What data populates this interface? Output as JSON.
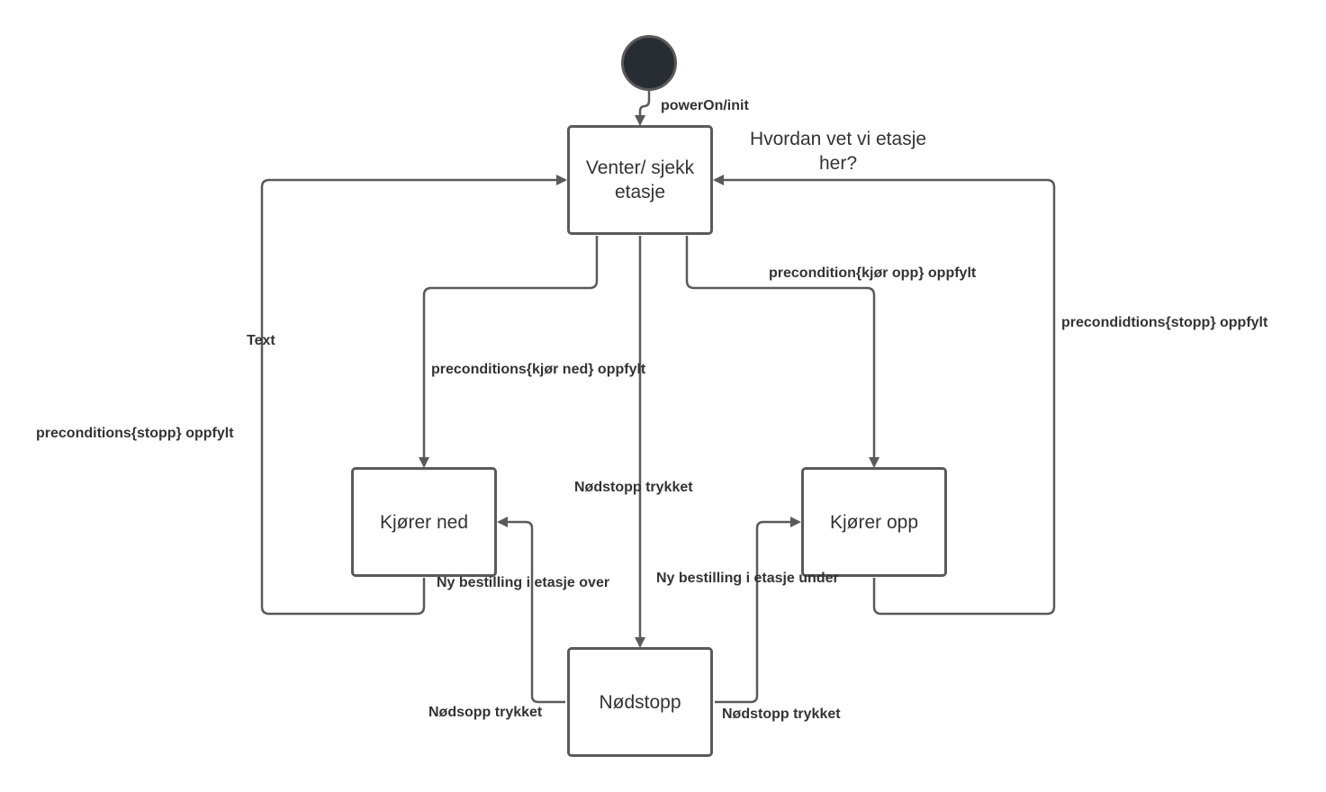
{
  "diagram": {
    "colors": {
      "stroke": "#5a5a5a",
      "initial_fill": "#282c33",
      "text": "#333333",
      "background": "#ffffff"
    },
    "states": {
      "venter": "Venter/ sjekk etasje",
      "kjorer_ned": "Kjører ned",
      "kjorer_opp": "Kjører opp",
      "nodstopp": "Nødstopp"
    },
    "note": {
      "line1": "Hvordan vet vi etasje",
      "line2": "her?"
    },
    "labels": {
      "power_on": "powerOn/init",
      "precond_kjor_opp": "precondition{kjør opp} oppfylt",
      "precond_stopp_right": "precondidtions{stopp} oppfylt",
      "text_left": "Text",
      "precond_kjor_ned": "preconditions{kjør ned} oppfylt",
      "precond_stopp_left": "preconditions{stopp} oppfylt",
      "nodstopp_center": "Nødstopp trykket",
      "ny_bestilling_over": "Ny bestilling i etasje over",
      "ny_bestilling_under": "Ny bestilling i etasje under",
      "nodsopp_left": "Nødsopp trykket",
      "nodstopp_right": "Nødstopp trykket"
    }
  }
}
